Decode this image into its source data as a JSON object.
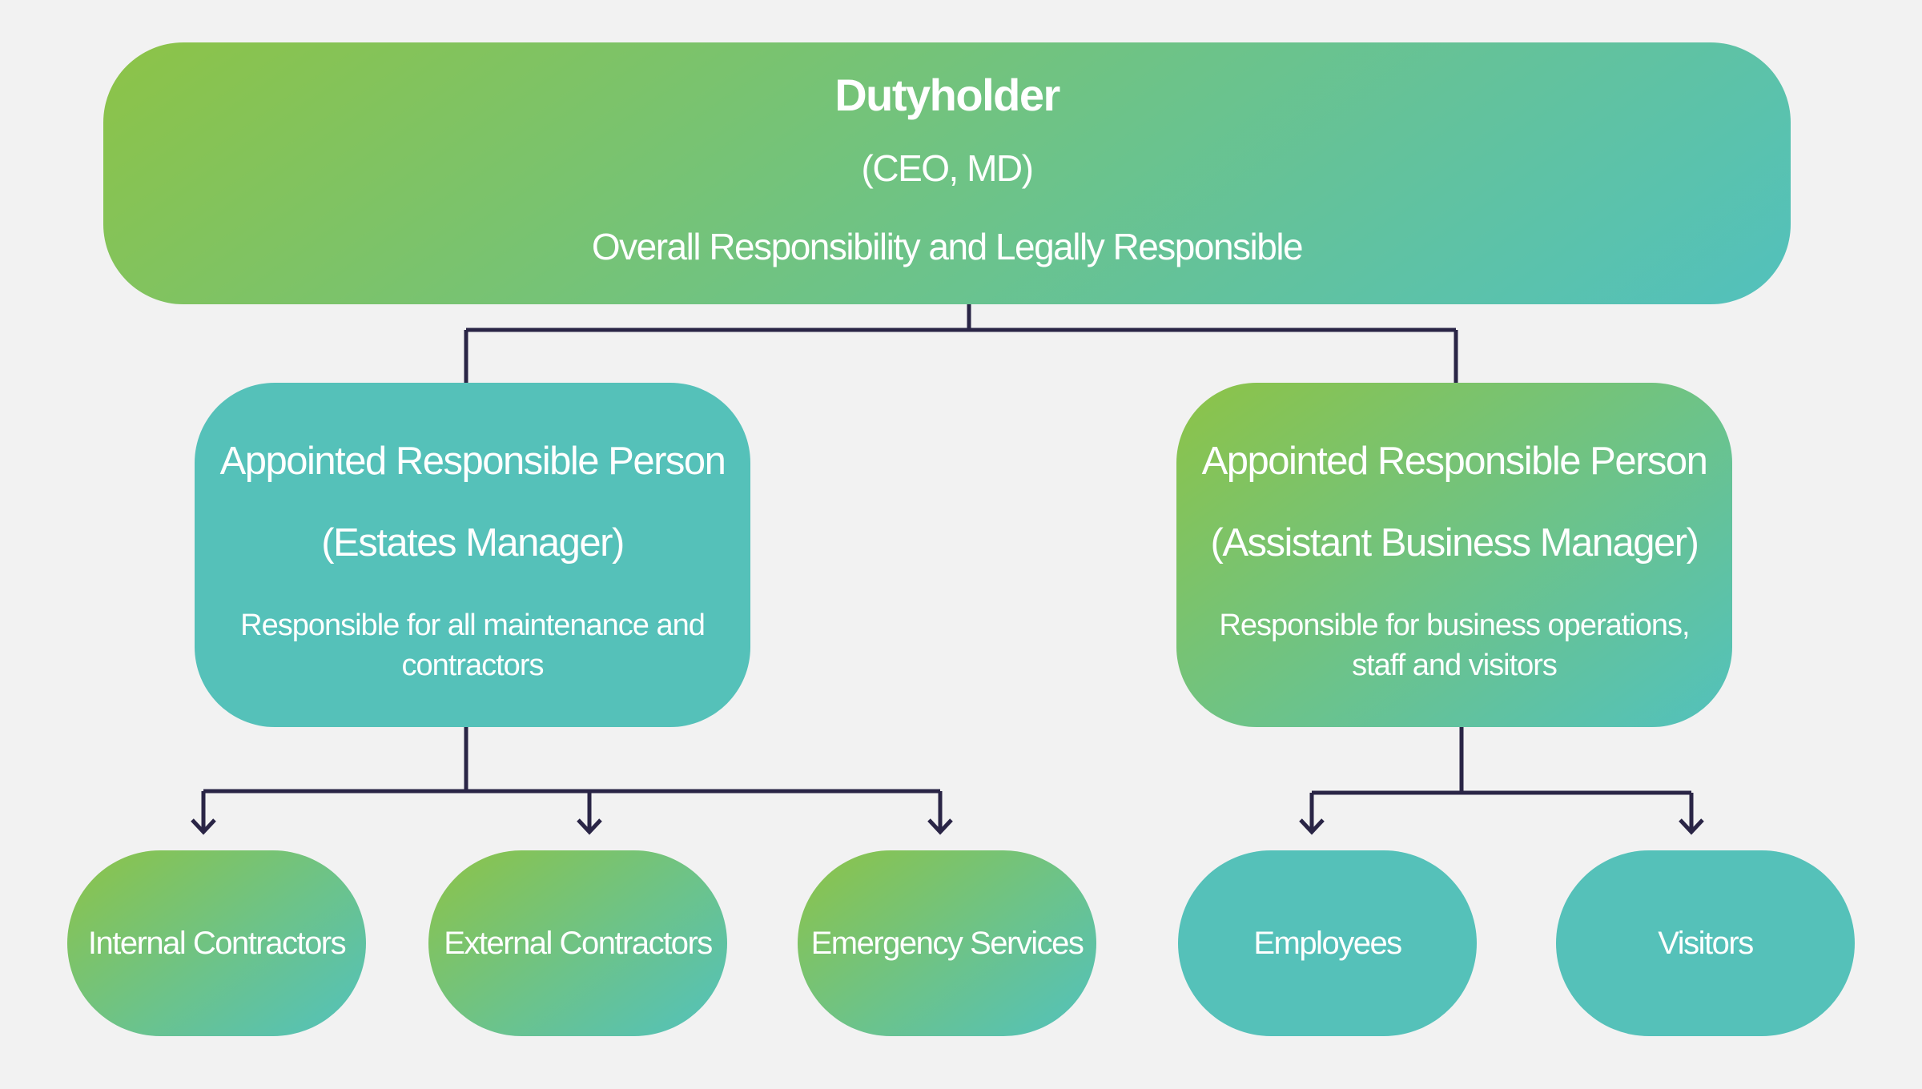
{
  "top": {
    "title": "Dutyholder",
    "subtitle": "(CEO, MD)",
    "description": "Overall Responsibility and Legally Responsible"
  },
  "left_branch": {
    "title": "Appointed Responsible Person",
    "subtitle": "(Estates Manager)",
    "description_line1": "Responsible for all maintenance and",
    "description_line2": "contractors",
    "children": [
      "Internal Contractors",
      "External Contractors",
      "Emergency Services"
    ]
  },
  "right_branch": {
    "title": "Appointed Responsible Person",
    "subtitle": "(Assistant Business Manager)",
    "description_line1": "Responsible for business operations,",
    "description_line2": "staff and visitors",
    "children": [
      "Employees",
      "Visitors"
    ]
  },
  "colors": {
    "background": "#f2f2f2",
    "gradient_green": "#8dc347",
    "teal": "#55c1b9",
    "connector": "#2a2546"
  }
}
